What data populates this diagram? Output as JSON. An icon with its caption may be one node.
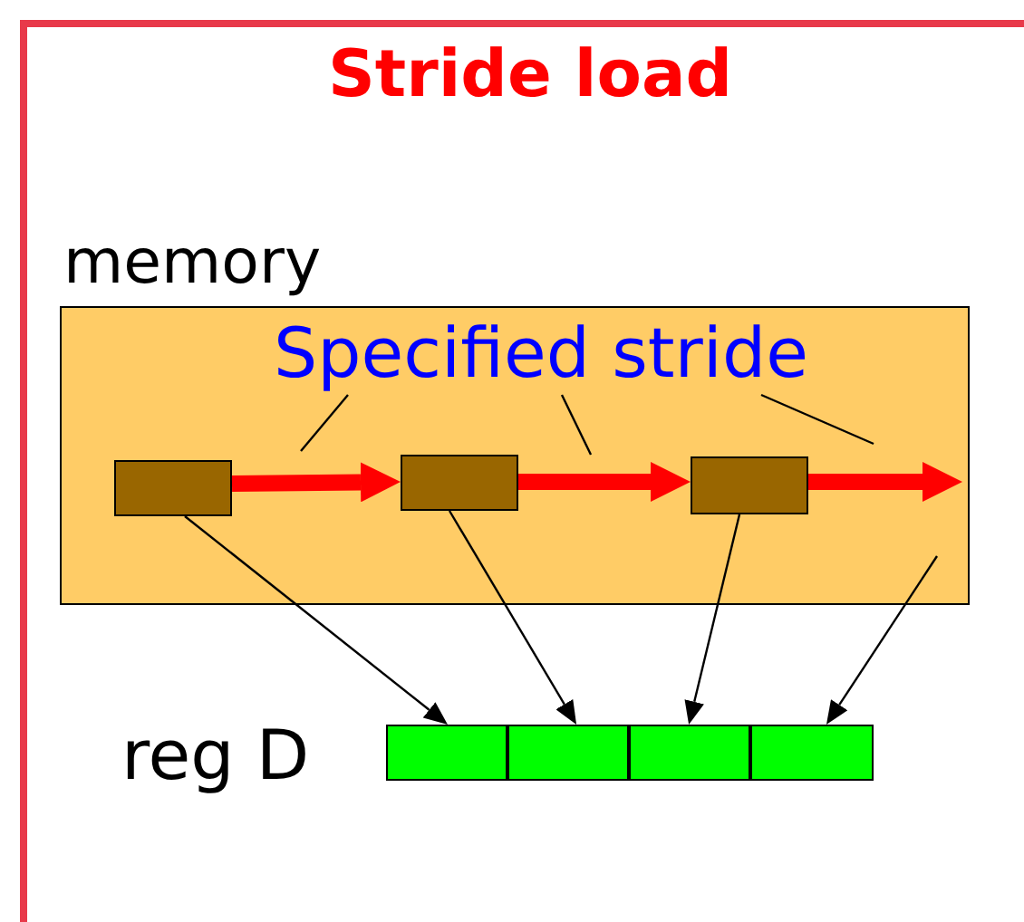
{
  "diagram": {
    "title": "Stride load",
    "nodes": [
      {
        "text": [
          "memory"
        ]
      },
      {
        "text": [
          "Specified stride"
        ],
        "in": 0
      },
      {
        "text": [],
        "shape": "box",
        "in": 0
      },
      {
        "text": [],
        "shape": "box",
        "in": 0
      },
      {
        "text": [],
        "shape": "box",
        "in": 0
      },
      {
        "text": [],
        "shape": "box"
      },
      {
        "text": [],
        "shape": "box"
      },
      {
        "text": [],
        "shape": "box"
      },
      {
        "text": [],
        "shape": "box"
      }
    ],
    "edges": [
      {
        "from": 2,
        "to": 3,
        "arrow": "to",
        "style": "thick",
        "color": "#ff0000"
      },
      {
        "from": 3,
        "to": 4,
        "arrow": "to",
        "style": "thick",
        "color": "#ff0000"
      },
      {
        "from": 4,
        "to": null,
        "arrow": "to",
        "style": "thick",
        "color": "#ff0000"
      },
      {
        "from": 1,
        "to": null,
        "arrow": "none"
      },
      {
        "from": 1,
        "to": null,
        "arrow": "none"
      },
      {
        "from": 1,
        "to": null,
        "arrow": "none"
      },
      {
        "from": 2,
        "to": 5,
        "arrow": "to"
      },
      {
        "from": 3,
        "to": 6,
        "arrow": "to"
      },
      {
        "from": 4,
        "to": 7,
        "arrow": "to"
      },
      {
        "from": null,
        "to": 8,
        "arrow": "to"
      }
    ],
    "labels": [
      "reg D"
    ]
  }
}
